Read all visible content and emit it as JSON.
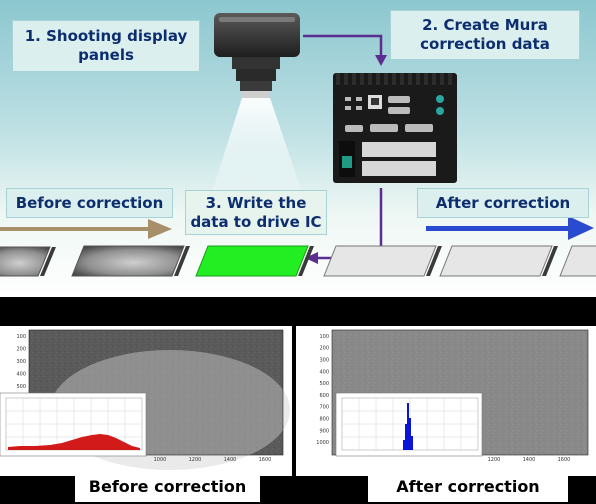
{
  "steps": {
    "step1": [
      "1. Shooting display",
      "panels"
    ],
    "step2": [
      "2. Create Mura",
      "correction data"
    ],
    "step3": [
      "3. Write the",
      "data to drive IC"
    ]
  },
  "flow": {
    "before_label": "Before correction",
    "after_label": "After correction"
  },
  "colors": {
    "arrow_before": "#a78f6a",
    "arrow_after": "#2a4bd0",
    "purple_line": "#5b2d90",
    "panel_highlight": "#22ee22",
    "text": "#0d2e6e",
    "hist_before": "#d21a1a",
    "hist_after": "#0a15d8"
  },
  "before_plot": {
    "y_ticks": [
      "100",
      "200",
      "300",
      "400",
      "500"
    ],
    "x_ticks": [
      "1000",
      "1200",
      "1400",
      "1600"
    ]
  },
  "after_plot": {
    "y_ticks": [
      "100",
      "200",
      "300",
      "400",
      "500",
      "600",
      "700",
      "800",
      "900",
      "1000"
    ],
    "x_ticks": [
      "1200",
      "1400",
      "1600"
    ]
  },
  "captions": {
    "before": "Before correction",
    "after": "After correction"
  }
}
